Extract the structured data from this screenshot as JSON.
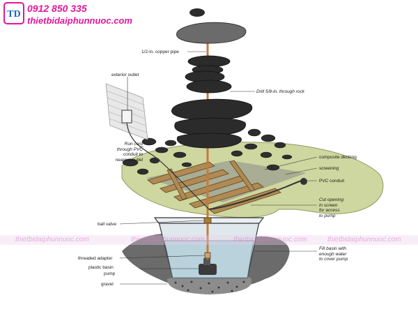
{
  "brand": {
    "logo_letters": "TD",
    "phone": "0912 850 335",
    "site": "thietbidaiphunnuoc.com"
  },
  "labels": {
    "copper_pipe": "1/2-in. copper pipe",
    "exterior_outlet": "exterior outlet",
    "drill": "Drill 5/8-in. through rock",
    "run_cord": [
      "Run cord",
      "through PVC",
      "conduit to",
      "nearest outlet"
    ],
    "composite_decking": "composite decking",
    "screening": "screening",
    "pvc_conduit": "PVC conduit",
    "cut_opening": [
      "Cut opening",
      "in screen",
      "for access",
      "to pump"
    ],
    "ball_valve": "ball valve",
    "fill_basin": [
      "Fill basin with",
      "enough water",
      "to cover pump"
    ],
    "threaded_adapter": "threaded adapter",
    "plastic_basin": "plastic basin",
    "pump": "pump",
    "gravel": "gravel"
  },
  "watermark": {
    "text": "thietbidaiphunnuoc.com"
  },
  "colors": {
    "brand_pink": "#e3159b",
    "grass": "#c9d49a",
    "rock": "#2b2b2b",
    "wood": "#b08a52",
    "copper": "#c77a3a",
    "water": "#bfd7e0"
  }
}
